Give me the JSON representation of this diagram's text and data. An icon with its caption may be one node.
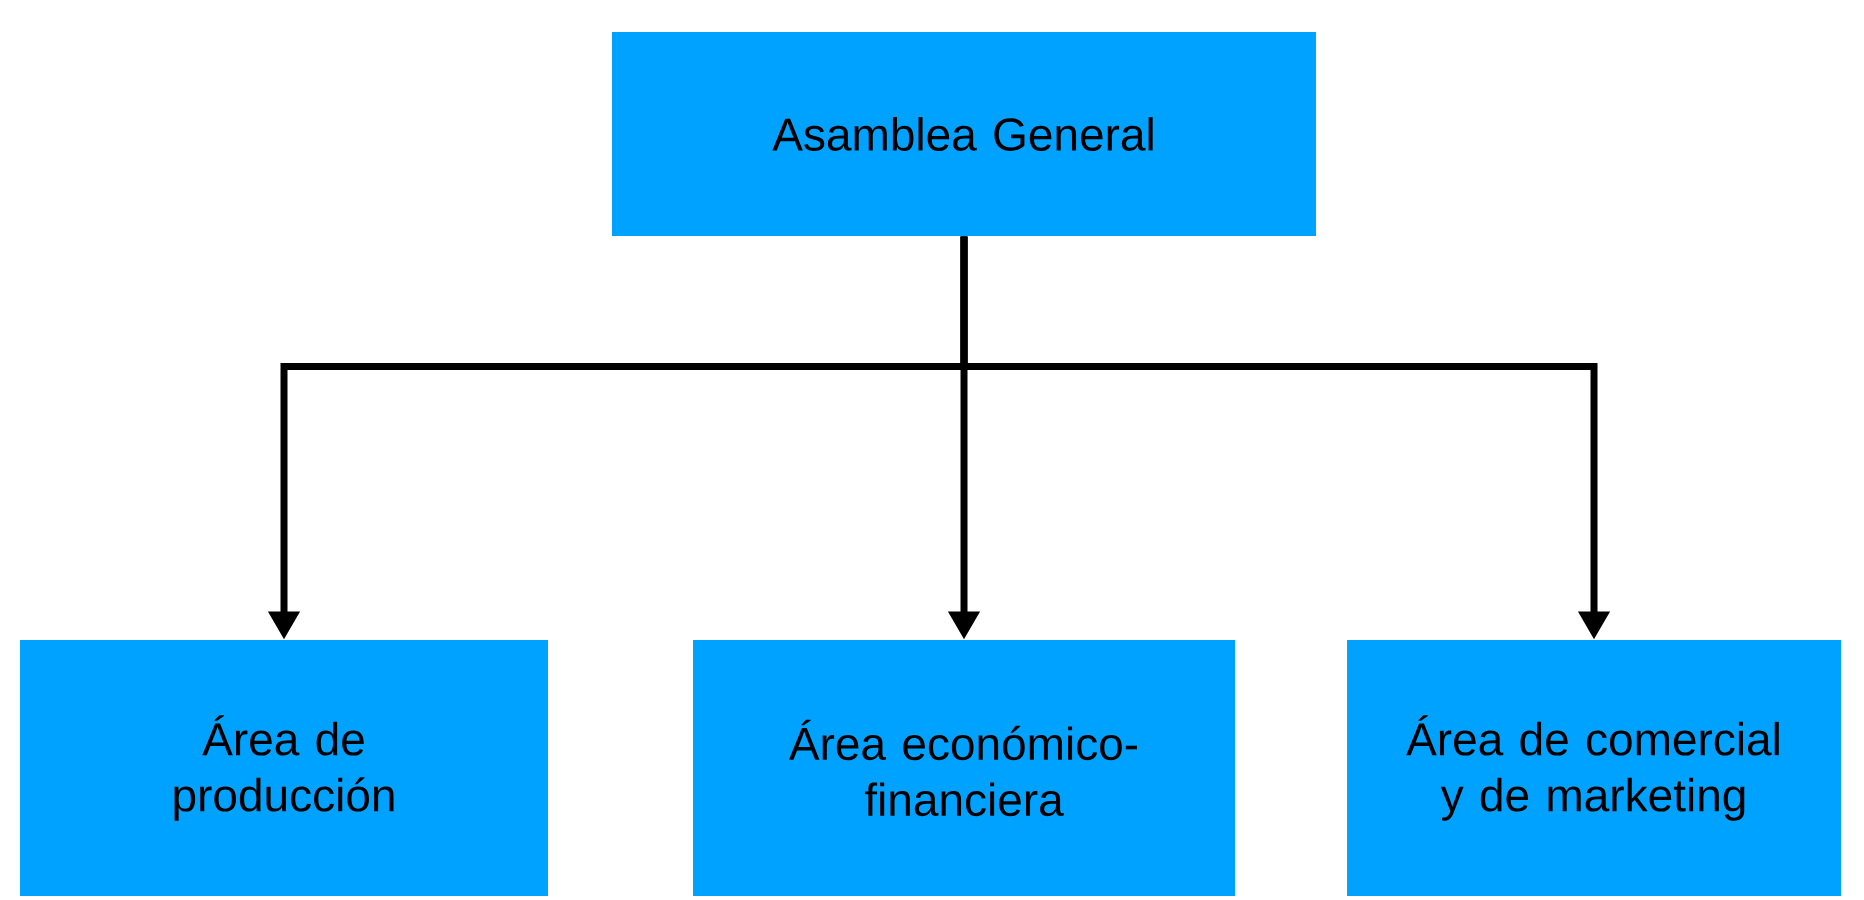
{
  "diagram": {
    "nodes": [
      {
        "text": [
          "Asamblea General"
        ]
      },
      {
        "text": [
          "Área de producción"
        ]
      },
      {
        "text": [
          "Área económico-financiera"
        ]
      },
      {
        "text": [
          "Área de comercial y de marketing"
        ]
      }
    ],
    "edges": [
      {
        "from": 0,
        "to": 1,
        "arrow": "to"
      },
      {
        "from": 0,
        "to": 2,
        "arrow": "to"
      },
      {
        "from": 0,
        "to": 3,
        "arrow": "to"
      }
    ]
  }
}
